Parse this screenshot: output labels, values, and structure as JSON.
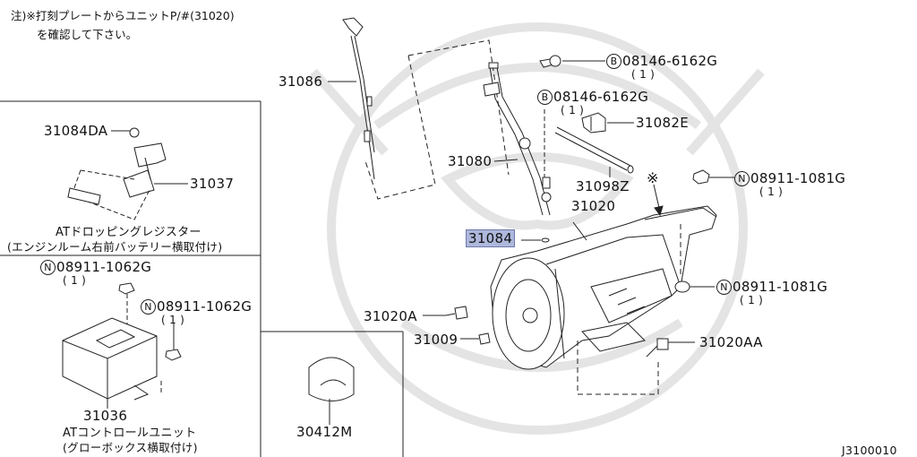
{
  "note": {
    "line1": "注)※打刻プレートからユニットP/#(31020)",
    "line2": "を確認して下さい。"
  },
  "bolts": {
    "b1": {
      "symbol": "B",
      "code": "08146-6162G",
      "qty": "( 1 )"
    },
    "b2": {
      "symbol": "B",
      "code": "08146-6162G",
      "qty": "( 1 )"
    }
  },
  "nuts": {
    "n_top": {
      "symbol": "N",
      "code": "08911-1081G",
      "qty": "( 1 )"
    },
    "n_mid": {
      "symbol": "N",
      "code": "08911-1081G",
      "qty": "( 1 )"
    },
    "n_left1": {
      "symbol": "N",
      "code": "08911-1062G",
      "qty": "( 1 )"
    },
    "n_left2": {
      "symbol": "N",
      "code": "08911-1062G",
      "qty": "( 1 )"
    }
  },
  "parts": {
    "p31086": "31086",
    "p31082E": "31082E",
    "p31080": "31080",
    "p31098Z": "31098Z",
    "p31020": "31020",
    "p31084": "31084",
    "p31020A": "31020A",
    "p31009": "31009",
    "p31020AA": "31020AA",
    "p30412M": "30412M",
    "p31084DA": "31084DA",
    "p31037": "31037",
    "p31036": "31036"
  },
  "star_mark": "※",
  "inset_top": {
    "caption1": "ATドロッピングレジスター",
    "caption2": "(エンジンルーム右前バッテリー横取付け)"
  },
  "inset_bottom": {
    "caption1": "ATコントロールユニット",
    "caption2": "(グローボックス横取付け)"
  },
  "diagram_code": "J3100010",
  "colors": {
    "highlight": "#aeb8dc",
    "line": "#222222",
    "watermark": "#e6e6e6"
  }
}
